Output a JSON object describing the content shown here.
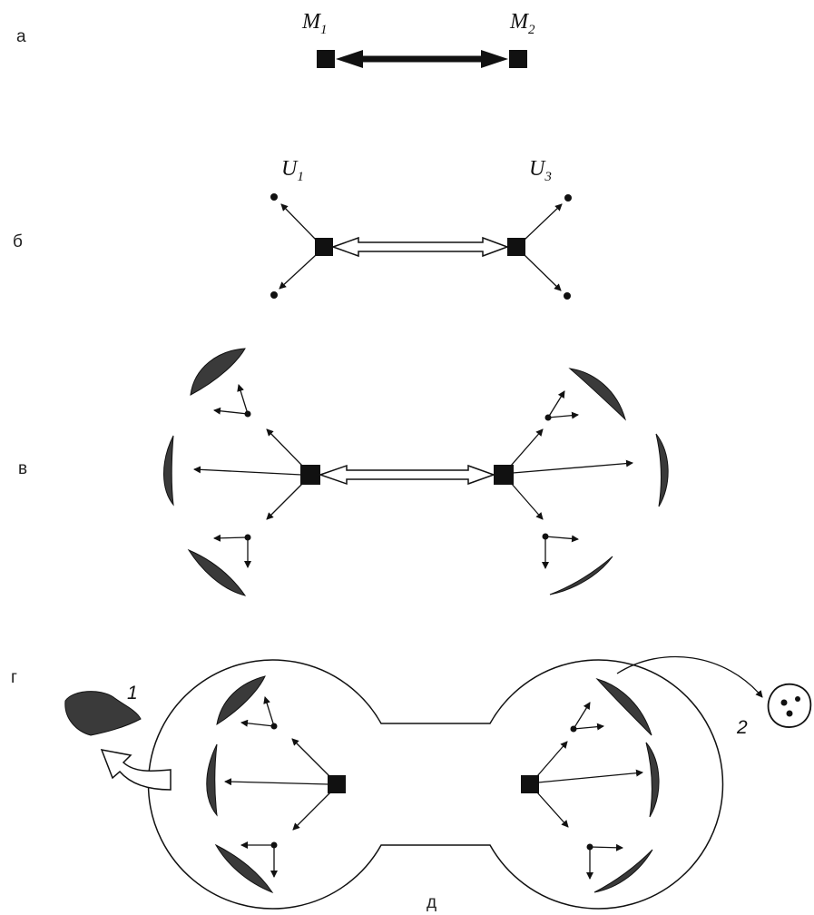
{
  "panels": {
    "a": {
      "label": "а",
      "left": "M",
      "left_sub": "1",
      "right": "M",
      "right_sub": "2"
    },
    "b": {
      "label": "б",
      "left": "U",
      "left_sub": "1",
      "right": "U",
      "right_sub": "3"
    },
    "v": {
      "label": "в"
    },
    "g": {
      "label": "г",
      "num1": "1",
      "num2": "2"
    },
    "d": {
      "label": "д"
    }
  }
}
